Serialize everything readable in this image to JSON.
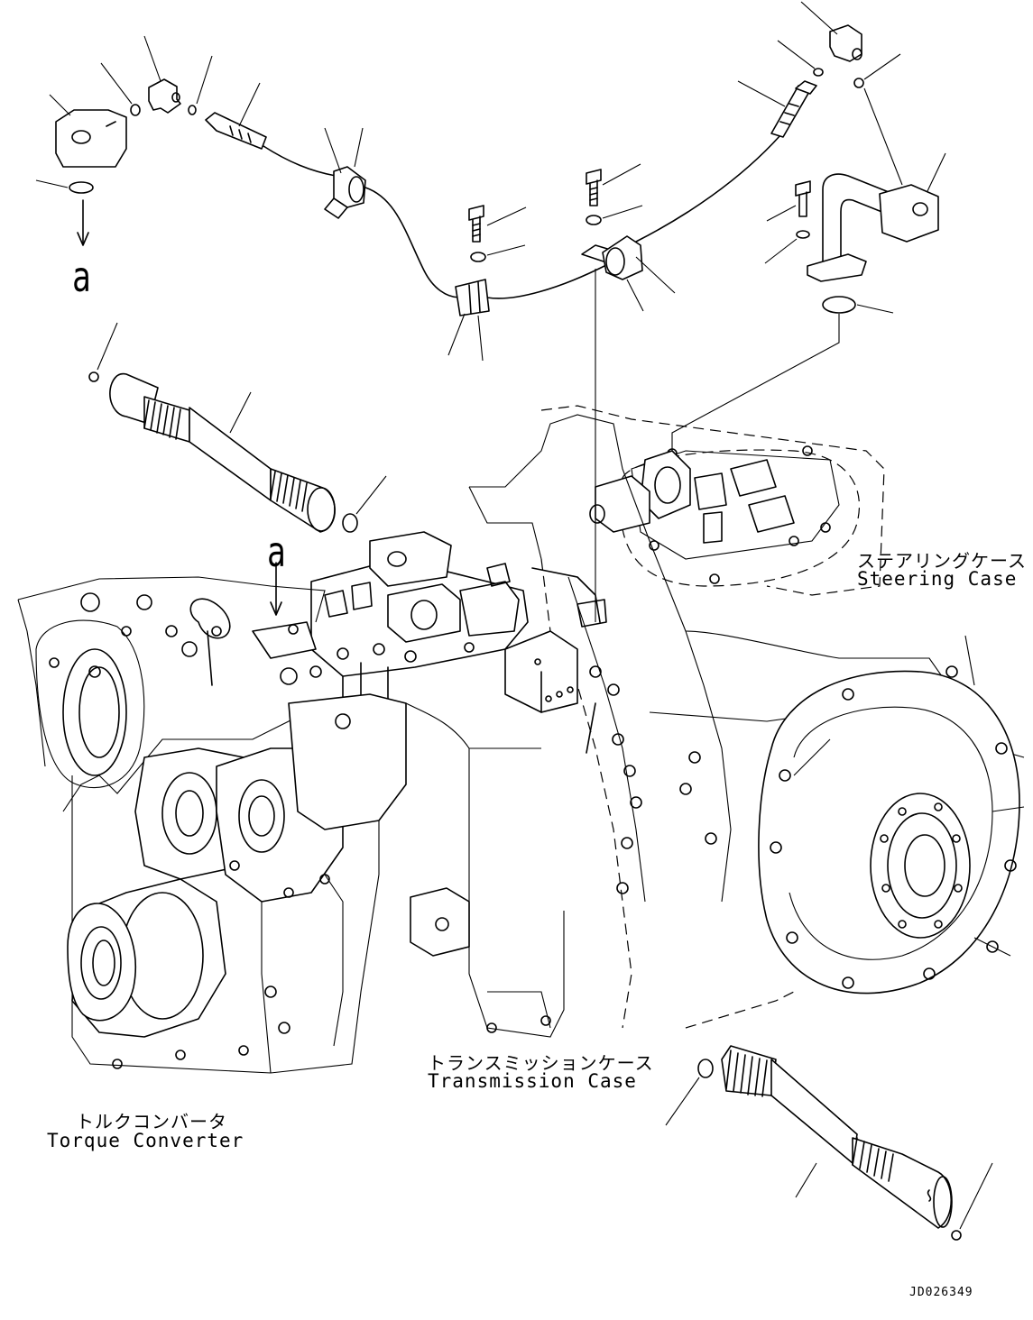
{
  "labels": {
    "steering_jp": "ステアリングケース",
    "steering_en": "Steering Case",
    "transmission_jp": "トランスミッションケース",
    "transmission_en": "Transmission Case",
    "torque_jp": "トルクコンバータ",
    "torque_en": "Torque Converter",
    "ref_mark_1": "a",
    "ref_mark_2": "a",
    "drawing_code": "JD026349"
  }
}
